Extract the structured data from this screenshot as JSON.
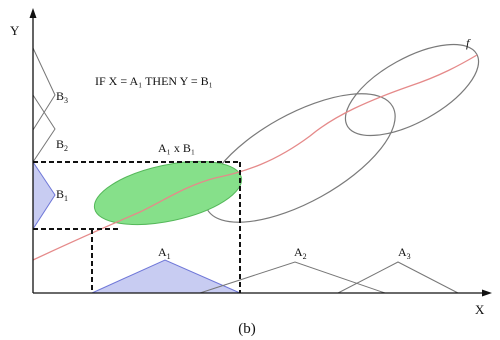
{
  "rule": {
    "text": "IF X = A₁  THEN  Y = B₁"
  },
  "axes": {
    "x_label": "X",
    "y_label": "Y"
  },
  "curve": {
    "label": "f"
  },
  "x_sets": [
    {
      "letter": "A",
      "index": "1",
      "shaded": true
    },
    {
      "letter": "A",
      "index": "2",
      "shaded": false
    },
    {
      "letter": "A",
      "index": "3",
      "shaded": false
    }
  ],
  "y_sets": [
    {
      "letter": "B",
      "index": "1",
      "shaded": true
    },
    {
      "letter": "B",
      "index": "2",
      "shaded": false
    },
    {
      "letter": "B",
      "index": "3",
      "shaded": false
    }
  ],
  "product_patch": {
    "label": "A₁ x B₁"
  },
  "caption": "(b)",
  "colors": {
    "curve": "#e58a8a",
    "membership_fill": "#c8ccf2",
    "membership_stroke": "#6f77d8",
    "patch_fill": "#86e08a",
    "patch_stroke": "#55b85a",
    "ellipse_stroke": "#7a7a7a",
    "axis": "#111111"
  }
}
